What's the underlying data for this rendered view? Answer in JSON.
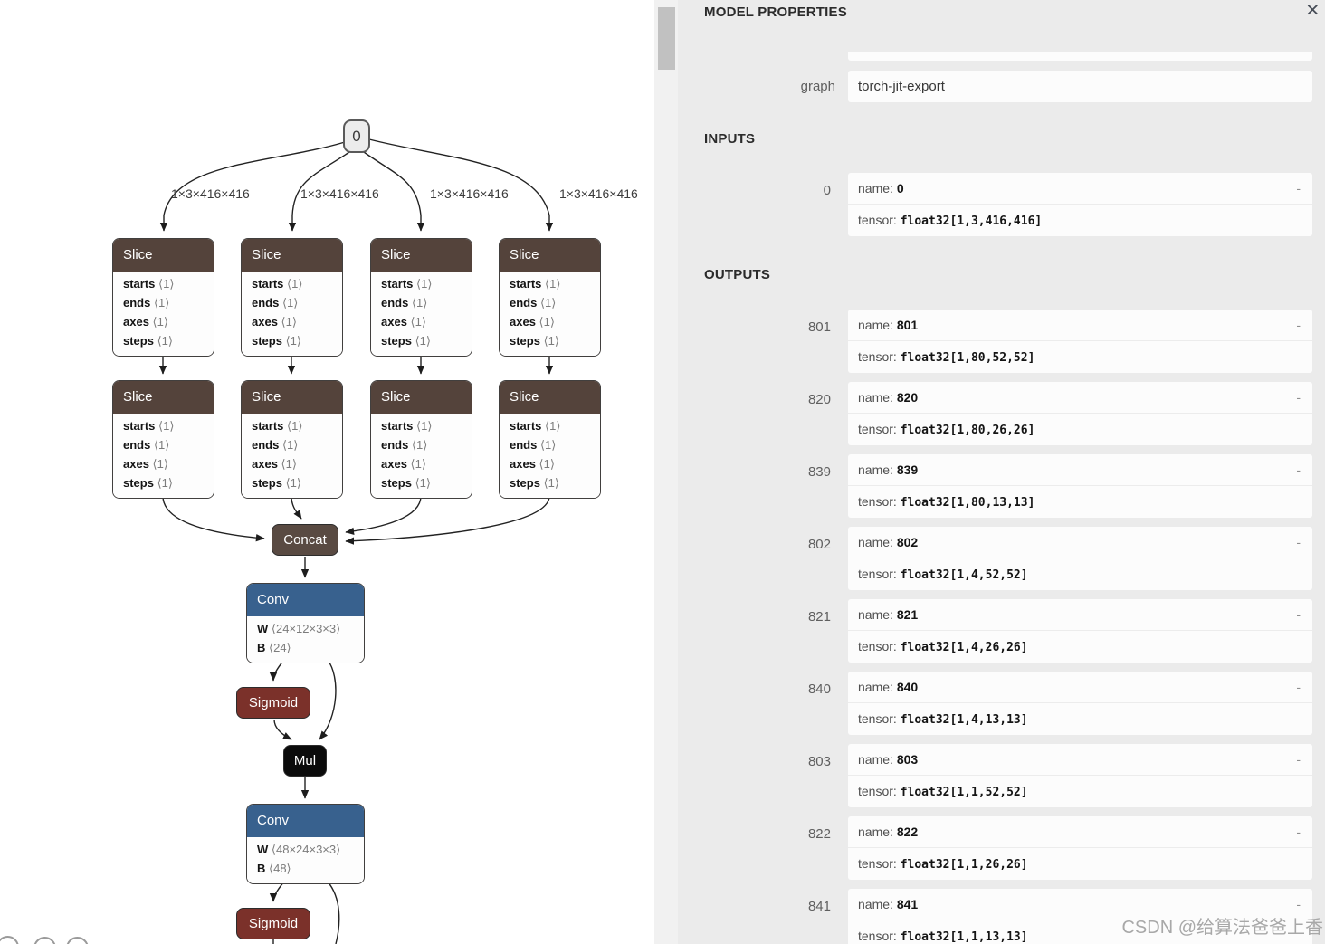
{
  "panel": {
    "title": "MODEL PROPERTIES",
    "close_glyph": "×",
    "graph_label": "graph",
    "graph_value": "torch-jit-export",
    "inputs_heading": "INPUTS",
    "outputs_heading": "OUTPUTS",
    "name_key": "name: ",
    "tensor_key": "tensor: ",
    "collapse_glyph": "-",
    "input": {
      "id": "0",
      "name": "0",
      "tensor": "float32[1,3,416,416]"
    },
    "outputs": [
      {
        "id": "801",
        "name": "801",
        "tensor": "float32[1,80,52,52]"
      },
      {
        "id": "820",
        "name": "820",
        "tensor": "float32[1,80,26,26]"
      },
      {
        "id": "839",
        "name": "839",
        "tensor": "float32[1,80,13,13]"
      },
      {
        "id": "802",
        "name": "802",
        "tensor": "float32[1,4,52,52]"
      },
      {
        "id": "821",
        "name": "821",
        "tensor": "float32[1,4,26,26]"
      },
      {
        "id": "840",
        "name": "840",
        "tensor": "float32[1,4,13,13]"
      },
      {
        "id": "803",
        "name": "803",
        "tensor": "float32[1,1,52,52]"
      },
      {
        "id": "822",
        "name": "822",
        "tensor": "float32[1,1,26,26]"
      },
      {
        "id": "841",
        "name": "841",
        "tensor": "float32[1,1,13,13]"
      }
    ]
  },
  "graph": {
    "input_node_label": "0",
    "edge_label": "1×3×416×416",
    "slice": {
      "title": "Slice",
      "attrs": [
        {
          "k": "starts",
          "v": "⟨1⟩"
        },
        {
          "k": "ends",
          "v": "⟨1⟩"
        },
        {
          "k": "axes",
          "v": "⟨1⟩"
        },
        {
          "k": "steps",
          "v": "⟨1⟩"
        }
      ]
    },
    "concat_label": "Concat",
    "sigmoid_label": "Sigmoid",
    "mul_label": "Mul",
    "conv1": {
      "title": "Conv",
      "w_key": "W",
      "w_val": "⟨24×12×3×3⟩",
      "b_key": "B",
      "b_val": "⟨24⟩"
    },
    "conv2": {
      "title": "Conv",
      "w_key": "W",
      "w_val": "⟨48×24×3×3⟩",
      "b_key": "B",
      "b_val": "⟨48⟩"
    }
  },
  "colors": {
    "slice_header": "#54433B",
    "concat_node": "#594A42",
    "conv_header": "#38618E",
    "sigmoid_node": "#7B312A",
    "mul_node": "#0B0B0B",
    "panel_bg": "#EBEBEB",
    "card_bg": "#FCFCFC",
    "scrollbar_thumb": "#C1C1C1"
  },
  "watermark": "CSDN @给算法爸爸上香"
}
